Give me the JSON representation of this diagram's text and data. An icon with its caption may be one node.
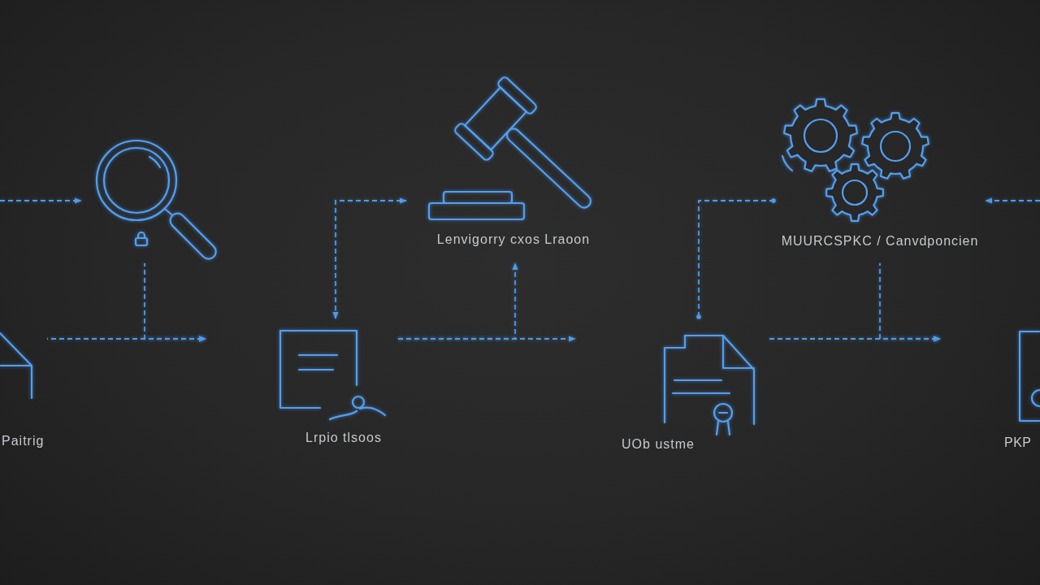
{
  "diagram": {
    "nodes": [
      {
        "text": [
          "Paitrig"
        ]
      },
      {
        "text": [],
        "shape": "picture"
      },
      {
        "text": [
          "Lrpio tlsoos"
        ]
      },
      {
        "text": [
          "Lenvigorry cxos Lraoon"
        ]
      },
      {
        "text": [
          "UOb ustme"
        ]
      },
      {
        "text": [
          "MUURCSPKC / Canvdponcien"
        ]
      },
      {
        "text": [
          "PKP"
        ]
      }
    ],
    "edges": [
      {
        "from": null,
        "to": 1,
        "arrow": "to",
        "style": "dashed"
      },
      {
        "from": 0,
        "to": null,
        "arrow": "to",
        "style": "dashed"
      },
      {
        "from": 1,
        "to": null,
        "arrow": "to",
        "style": "dashed"
      },
      {
        "from": 2,
        "to": 3,
        "arrow": "both",
        "style": "dashed"
      },
      {
        "from": 2,
        "to": 3,
        "arrow": "to",
        "style": "dashed"
      },
      {
        "from": 2,
        "to": null,
        "arrow": "to",
        "style": "dashed"
      },
      {
        "from": 4,
        "to": 5,
        "arrow": "other",
        "style": "dashed"
      },
      {
        "from": 4,
        "to": null,
        "arrow": "to",
        "style": "dashed"
      },
      {
        "from": 5,
        "to": null,
        "arrow": "to",
        "style": "dashed"
      },
      {
        "from": null,
        "to": 5,
        "arrow": "to",
        "style": "dashed"
      }
    ]
  }
}
